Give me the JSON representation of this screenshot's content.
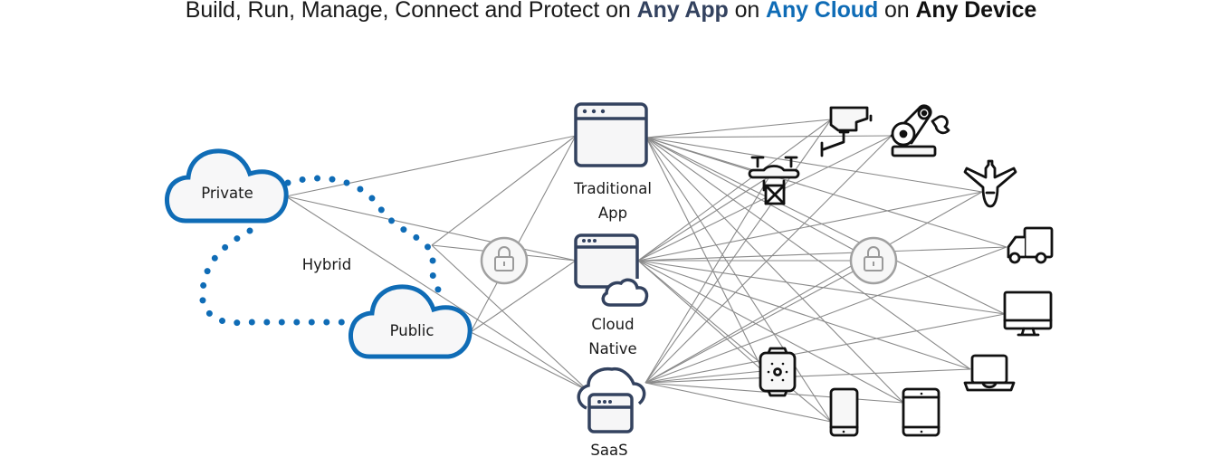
{
  "headline": {
    "prefix": "Build, Run, Manage, Connect and Protect on ",
    "app": "Any App",
    "mid1": " on ",
    "cloud": "Any Cloud",
    "mid2": " on ",
    "device": "Any Device"
  },
  "colors": {
    "app_text": "#33425f",
    "cloud_text": "#0f6cb6",
    "device_text": "#111111",
    "cloud_outline": "#0f6cb6",
    "app_icon": "#33425f",
    "line": "#8a8a8a",
    "lock": "#9a9a9a"
  },
  "clouds": [
    {
      "id": "private",
      "label": "Private"
    },
    {
      "id": "public",
      "label": "Public"
    },
    {
      "id": "hybrid",
      "label": "Hybrid"
    }
  ],
  "apps": [
    {
      "id": "traditional",
      "label_line1": "Traditional",
      "label_line2": "App",
      "icon": "browser-window-icon"
    },
    {
      "id": "cloud-native",
      "label_line1": "Cloud",
      "label_line2": "Native",
      "icon": "browser-cloud-icon"
    },
    {
      "id": "saas",
      "label_line1": "SaaS",
      "label_line2": "",
      "icon": "cloud-browser-icon"
    }
  ],
  "devices": [
    {
      "id": "camera",
      "icon": "security-camera-icon"
    },
    {
      "id": "robot-arm",
      "icon": "robot-arm-icon"
    },
    {
      "id": "drone",
      "icon": "delivery-drone-icon"
    },
    {
      "id": "airplane",
      "icon": "airplane-icon"
    },
    {
      "id": "truck",
      "icon": "truck-icon"
    },
    {
      "id": "monitor",
      "icon": "monitor-icon"
    },
    {
      "id": "laptop",
      "icon": "laptop-icon"
    },
    {
      "id": "smartwatch",
      "icon": "smartwatch-icon"
    },
    {
      "id": "phone",
      "icon": "smartphone-icon"
    },
    {
      "id": "tablet",
      "icon": "tablet-icon"
    }
  ],
  "locks": [
    {
      "id": "cloud-app-lock",
      "icon": "lock-icon"
    },
    {
      "id": "app-device-lock",
      "icon": "lock-icon"
    }
  ]
}
